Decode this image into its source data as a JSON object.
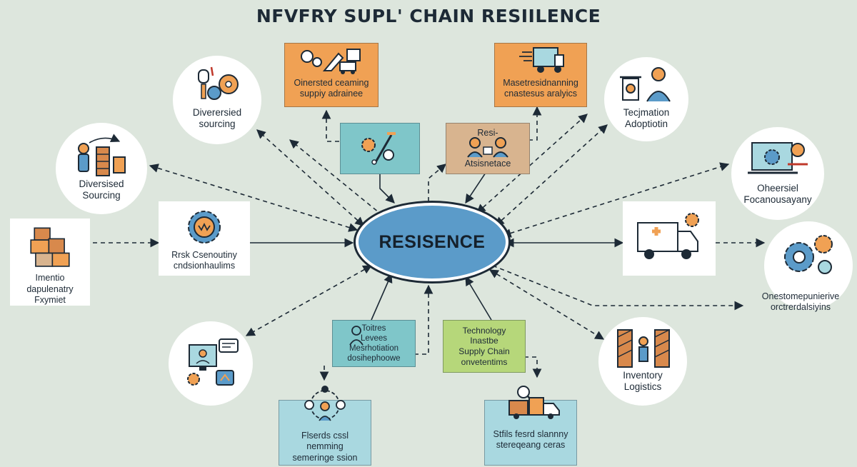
{
  "title": "NFVFRY SUPL' CHAIN RESIILENCE",
  "hub": {
    "label": "RESISENCE"
  },
  "nodes": {
    "diversified_sourcing_top": {
      "lines": [
        "Diverersied",
        "sourcing"
      ]
    },
    "diversified_sourcing_left": {
      "lines": [
        "Diversised",
        "Sourcing"
      ]
    },
    "inventory_left": {
      "lines": [
        "Imentio dapulenatry",
        "Fxymiet"
      ]
    },
    "risk_box": {
      "lines": [
        "Rrsk Csenoutiny",
        "cndsionhaulims"
      ]
    },
    "collab_circle": {
      "lines": []
    },
    "diversified_supply": {
      "lines": [
        "Oinersted ceaming",
        "suppiy adrainee"
      ]
    },
    "gear_box": {
      "lines": []
    },
    "resilience_assist": {
      "lines": [
        "Resi-",
        "Atsisnetace"
      ]
    },
    "scenario_planning": {
      "lines": [
        "Masetresidnanning",
        "cnastesus aralyics"
      ]
    },
    "technology_adoption": {
      "lines": [
        "Tecjmation",
        "Adoptiotin"
      ]
    },
    "forecast_circle": {
      "lines": [
        "Oheersiel",
        "Focanousayany"
      ]
    },
    "logistics_box": {
      "lines": []
    },
    "gears_circle": {
      "lines": [
        "Onestomepunierive",
        "orctrerdalsiyins"
      ]
    },
    "inventory_logistics": {
      "lines": [
        "Inventory",
        "Logistics"
      ]
    },
    "tools_box": {
      "lines": [
        "Toitres",
        "Levees",
        "Mesrhotiation",
        "dosihephoowe"
      ]
    },
    "technology_box": {
      "lines": [
        "Technology",
        "Inastbe",
        "Supply Chain",
        "onvetentims"
      ]
    },
    "planning_box": {
      "lines": [
        "Flserds cssl nemming",
        "semeringe ssion"
      ]
    },
    "strategy_box": {
      "lines": [
        "Stfils fesrd slannny",
        "stereqeang ceras"
      ]
    }
  },
  "colors": {
    "background": "#dde6dd",
    "hub_fill": "#5b9bc9",
    "orange": "#f0a154",
    "teal": "#7fc6c9",
    "tan": "#d8b48f",
    "light_blue": "#a9d8e0",
    "green": "#b6d77a",
    "ink": "#1d2a36"
  }
}
